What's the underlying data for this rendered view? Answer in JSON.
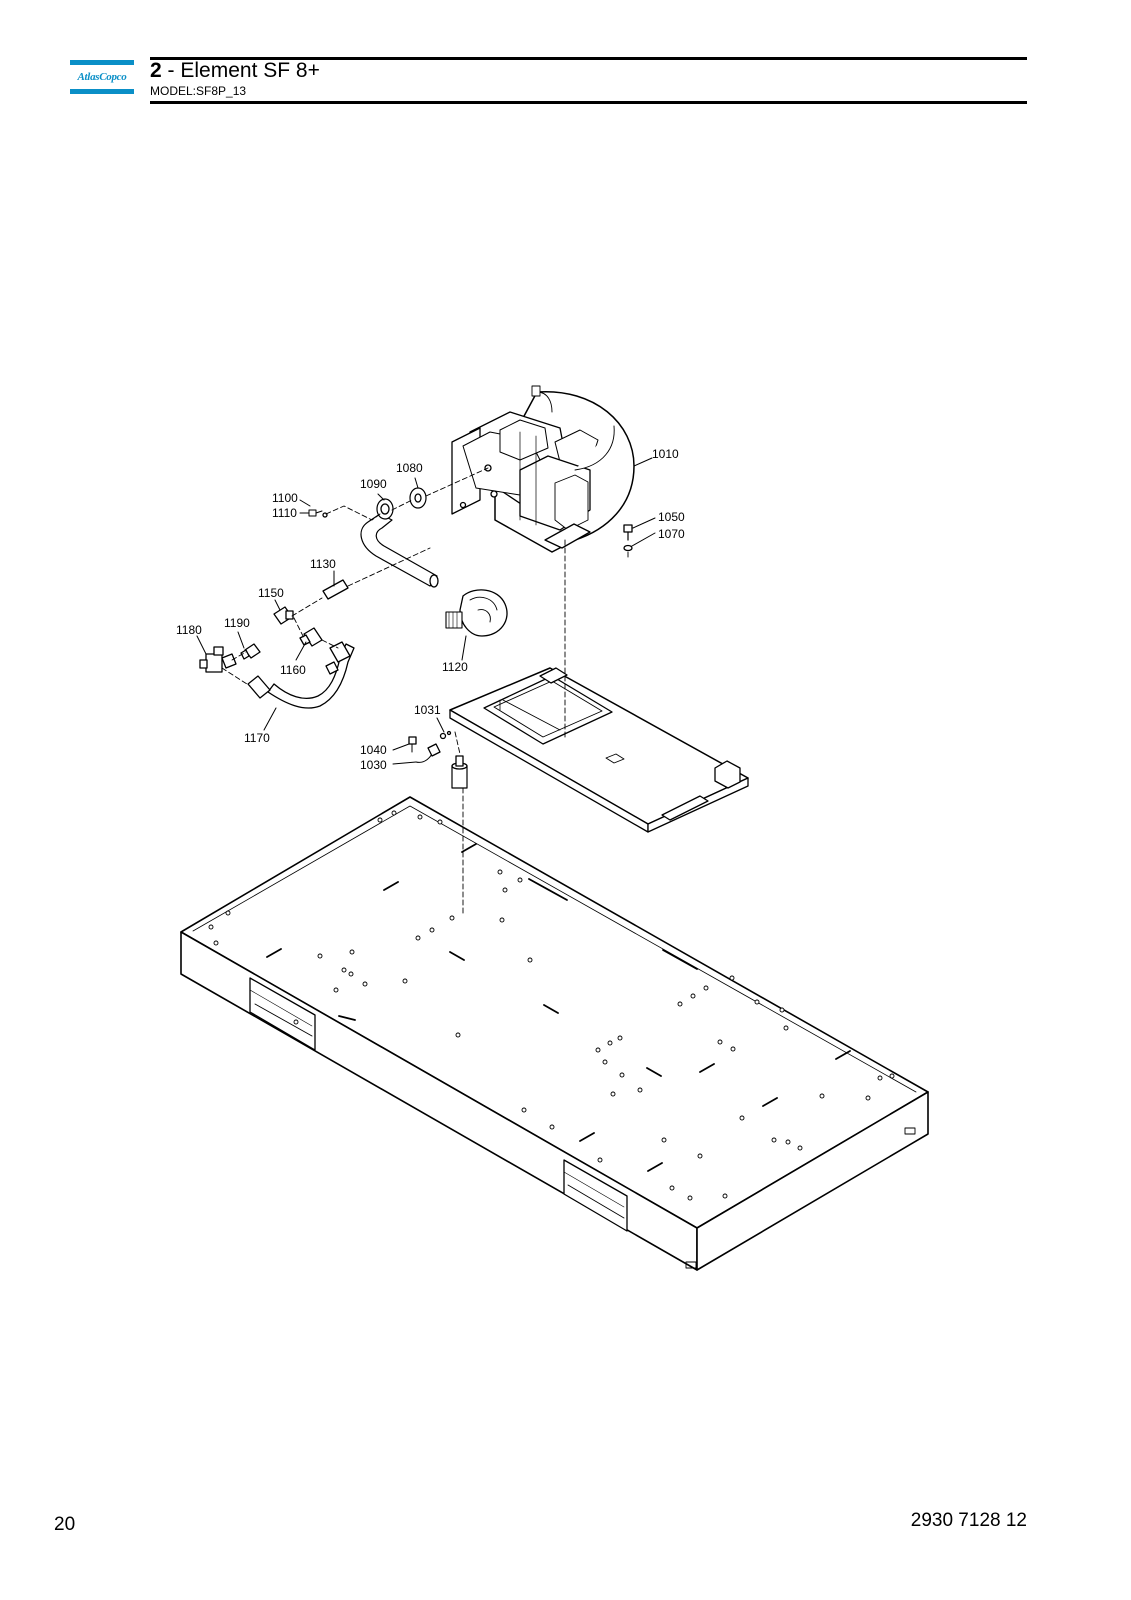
{
  "header": {
    "logo_text": "AtlasCopco",
    "section_number": "2",
    "section_separator": " - ",
    "section_title": "Element SF 8+",
    "model": "MODEL:SF8P_13"
  },
  "footer": {
    "page_number": "20",
    "document_number": "2930 7128 12"
  },
  "colors": {
    "brand": "#0a8fc7"
  },
  "diagram": {
    "callouts": [
      "1010",
      "1080",
      "1090",
      "1100",
      "1110",
      "1050",
      "1070",
      "1130",
      "1150",
      "1190",
      "1180",
      "1160",
      "1120",
      "1170",
      "1031",
      "1040",
      "1030"
    ]
  }
}
